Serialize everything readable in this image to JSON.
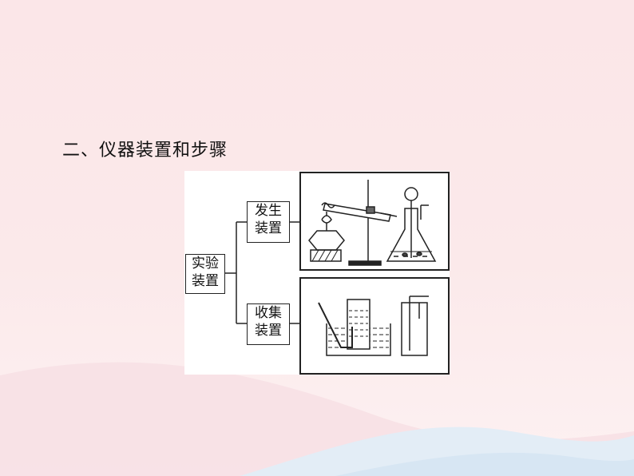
{
  "heading": "二、仪器装置和步骤",
  "diagram": {
    "root": {
      "line1": "实验",
      "line2": "装置"
    },
    "branch_top": {
      "line1": "发生",
      "line2": "装置"
    },
    "branch_bottom": {
      "line1": "收集",
      "line2": "装置"
    }
  },
  "colors": {
    "background": "#fbe8ea",
    "wave": "#e5eef6",
    "ink": "#222222"
  }
}
